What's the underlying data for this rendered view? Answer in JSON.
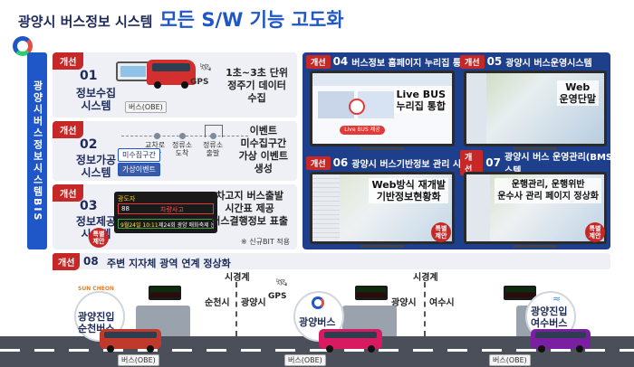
{
  "header": {
    "subtitle": "광양시 버스정보 시스템",
    "title": "모든 S/W 기능 고도화"
  },
  "vband_text": "광양시버스정보시스템BIS",
  "badge_label": "개선",
  "special_label": [
    "특별",
    "제안"
  ],
  "sections": [
    {
      "num": "01",
      "title": "정보수집\n시스템",
      "desc": "1초~3초 단위\n정주기 데이터\n수집",
      "gps": "GPS",
      "obe": "버스(OBE)"
    },
    {
      "num": "02",
      "title": "정보가공\n시스템",
      "desc": "이벤트\n미수집구간\n가상 이벤트\n생성",
      "tags": [
        "미수집구간",
        "가상이벤트"
      ],
      "stops": [
        "교차로\n통과",
        "정류소\n도착",
        "정류소\n출발"
      ]
    },
    {
      "num": "03",
      "title": "정보제공\n시스템",
      "desc": "차고지 버스출발\n시간표 제공\n버스결행정보 표출",
      "note": "※ 신규BIT 적용",
      "display": {
        "line1": "광도자",
        "line1b": "88",
        "line1c": "차량사고",
        "line2a": "9월24일 10:11",
        "line2b": "제24회 광양 매화축제 운영안내"
      }
    }
  ],
  "screens": [
    {
      "num": "04",
      "title": "버스정보 홈페이지 누리집 통합",
      "overlay": "Live BUS\n누리집 통합",
      "chip": "Live BUS 제공"
    },
    {
      "num": "05",
      "title": "광양시 버스운영시스템",
      "overlay": "Web\n운영단말"
    },
    {
      "num": "06",
      "title": "광양시 버스기반정보 관리 시스템",
      "overlay": "Web방식 재개발\n기반정보현황화"
    },
    {
      "num": "07",
      "title": "광양시 버스 운영관리(BMS) 시스템",
      "overlay": "운행관리, 운행위반\n운수사 관리 페이지 정상화"
    }
  ],
  "section08": {
    "num": "08",
    "title": "주변 지자체 광역 연계 정상화"
  },
  "bottom": {
    "boundary_label": "시경계",
    "gps": "GPS",
    "suncheon": "순천시",
    "gwangyang_left": "광양시",
    "gwangyang_right": "광양시",
    "yeosu": "여수시",
    "bus1": "광양진입\n순천버스",
    "bus2": "광양버스",
    "bus3": "광양진입\n여수버스",
    "obe": "버스(OBE)",
    "suncheon_logo": "SUN CHEON"
  },
  "colors": {
    "brand": "#1f56c8",
    "accent": "#c62828",
    "navy": "#1e2a5a"
  }
}
